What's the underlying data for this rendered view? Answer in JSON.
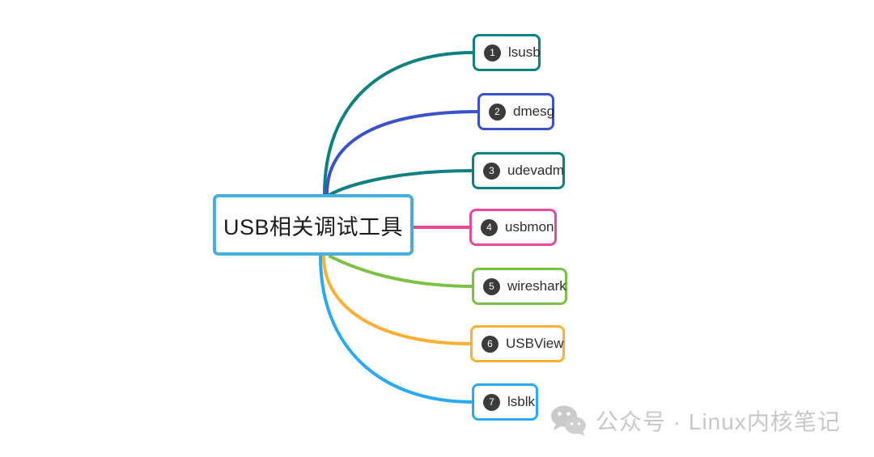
{
  "diagram": {
    "type": "mindmap",
    "title": "USB debugging tools mind map",
    "root": {
      "label": "USB相关调试工具",
      "border_color": "#4aaedc"
    },
    "branches": [
      {
        "number": "1",
        "label": "lsusb",
        "color": "#0f8080",
        "edge": "curve"
      },
      {
        "number": "2",
        "label": "dmesg",
        "color": "#3b52cd",
        "edge": "curve"
      },
      {
        "number": "3",
        "label": "udevadm",
        "color": "#0f8080",
        "edge": "curve"
      },
      {
        "number": "4",
        "label": "usbmon",
        "color": "#eb4899",
        "edge": "straight"
      },
      {
        "number": "5",
        "label": "wireshark",
        "color": "#7cc144",
        "edge": "curve"
      },
      {
        "number": "6",
        "label": "USBView",
        "color": "#fbb034",
        "edge": "curve"
      },
      {
        "number": "7",
        "label": "lsblk",
        "color": "#29aaf2",
        "edge": "curve"
      }
    ],
    "badge_color": "#3b3b3b",
    "background_color": "#ffffff"
  },
  "watermark": {
    "icon": "wechat-icon",
    "text": "公众号 · Linux内核笔记",
    "color": "#c8c8c8"
  }
}
